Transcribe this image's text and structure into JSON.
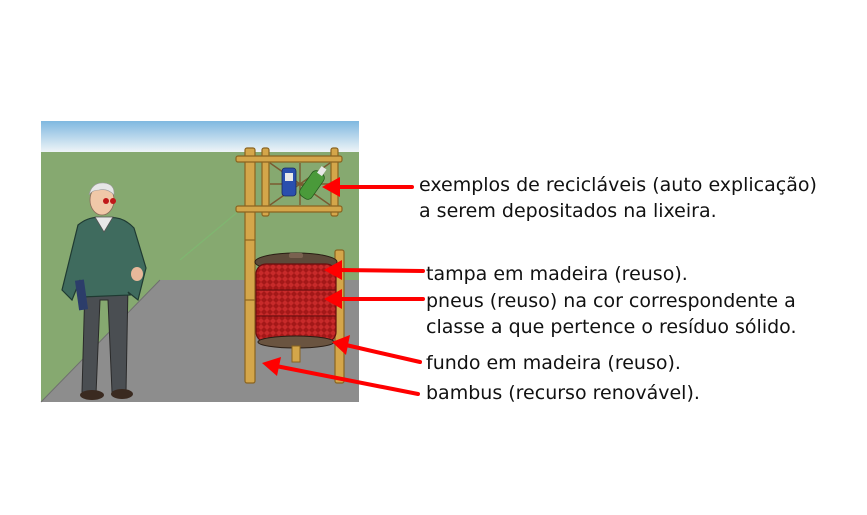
{
  "annotations": [
    {
      "id": "recyclables",
      "lines": [
        "exemplos de recicláveis (auto explicação)",
        "a serem depositados na lixeira."
      ]
    },
    {
      "id": "lid",
      "lines": [
        "tampa em madeira (reuso)."
      ]
    },
    {
      "id": "tires",
      "lines": [
        "pneus (reuso) na cor correspondente a",
        "classe a que pertence o resíduo sólido."
      ]
    },
    {
      "id": "bottom",
      "lines": [
        "fundo em madeira (reuso)."
      ]
    },
    {
      "id": "bamboo",
      "lines": [
        "bambus (recurso renovável)."
      ]
    }
  ],
  "colors": {
    "sky_top": "#7fb8e0",
    "grass": "#86a970",
    "pavement": "#8c8c8c",
    "bamboo": "#d4a64a",
    "tire": "#b01e1e",
    "arrow": "#ff0000"
  }
}
